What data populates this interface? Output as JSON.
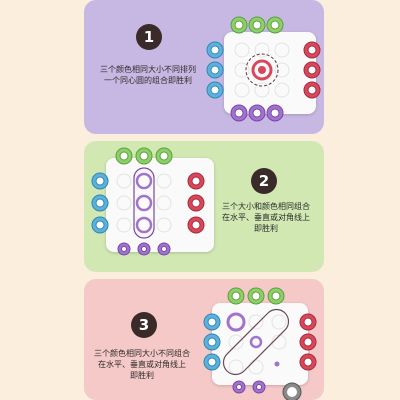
{
  "steps": [
    {
      "number": "1",
      "caption": [
        "三个颜色相同大小不同排列",
        "一个同心圆的组合即胜利"
      ]
    },
    {
      "number": "2",
      "caption": [
        "三个大小和颜色相同组合",
        "在水平、垂直或对角线上",
        "即胜利"
      ]
    },
    {
      "number": "3",
      "caption": [
        "三个颜色相同大小不同组合",
        "在水平、垂直或对角线上",
        "即胜利"
      ]
    }
  ],
  "colors": {
    "background": "#fbeedd",
    "panel_1": "#c7b8e3",
    "panel_2": "#d1e8b3",
    "panel_3": "#f5c9c7",
    "green_pieces": "#8fcf68",
    "blue_pieces": "#5ab2dd",
    "red_pieces": "#d9475b",
    "purple_pieces": "#a272cf"
  }
}
